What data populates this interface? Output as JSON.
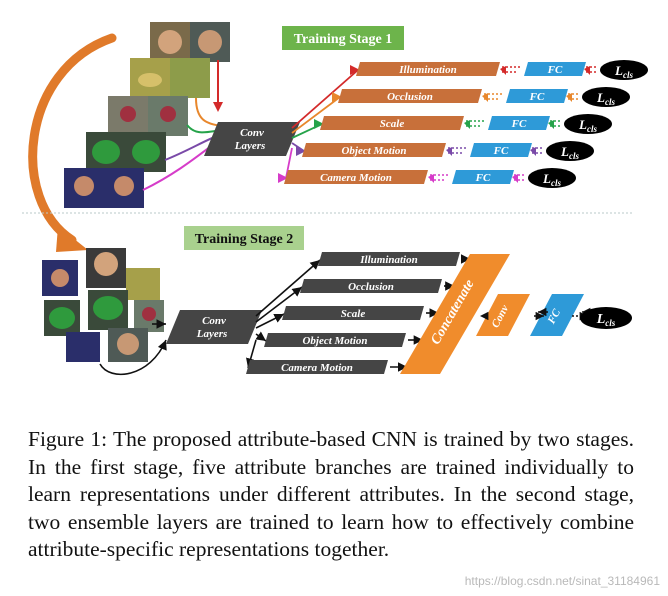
{
  "stage1": {
    "title": "Training Stage 1",
    "conv": [
      "Conv",
      "Layers"
    ],
    "branches": [
      {
        "label": "Illumination",
        "fc": "FC",
        "loss": "cls",
        "color": "#d42a2a"
      },
      {
        "label": "Occlusion",
        "fc": "FC",
        "loss": "cls",
        "color": "#e8872c"
      },
      {
        "label": "Scale",
        "fc": "FC",
        "loss": "cls",
        "color": "#26a34a"
      },
      {
        "label": "Object Motion",
        "fc": "FC",
        "loss": "cls",
        "color": "#7a4aa8"
      },
      {
        "label": "Camera Motion",
        "fc": "FC",
        "loss": "cls",
        "color": "#d63cc9"
      }
    ]
  },
  "stage2": {
    "title": "Training Stage 2",
    "conv": [
      "Conv",
      "Layers"
    ],
    "branches": [
      "Illumination",
      "Occlusion",
      "Scale",
      "Object Motion",
      "Camera Motion"
    ],
    "concat": "Concatenate",
    "conv2": "Conv",
    "fc": "FC",
    "loss": "cls"
  },
  "caption": "Figure 1: The proposed attribute-based CNN is trained by two stages. In the first stage, five attribute branches are trained individually to learn representations under different attributes. In the second stage, two ensemble layers are trained to learn how to effectively combine attribute-specific representations together.",
  "watermark": "https://blog.csdn.net/sinat_31184961",
  "colors": {
    "orange_box": "#c8703a",
    "conv_box": "#454545",
    "fc_box": "#2e9ad8",
    "stage1_bg": "#6db44b",
    "stage2_bg": "#a9d18e",
    "concat": "#f08c2c"
  }
}
